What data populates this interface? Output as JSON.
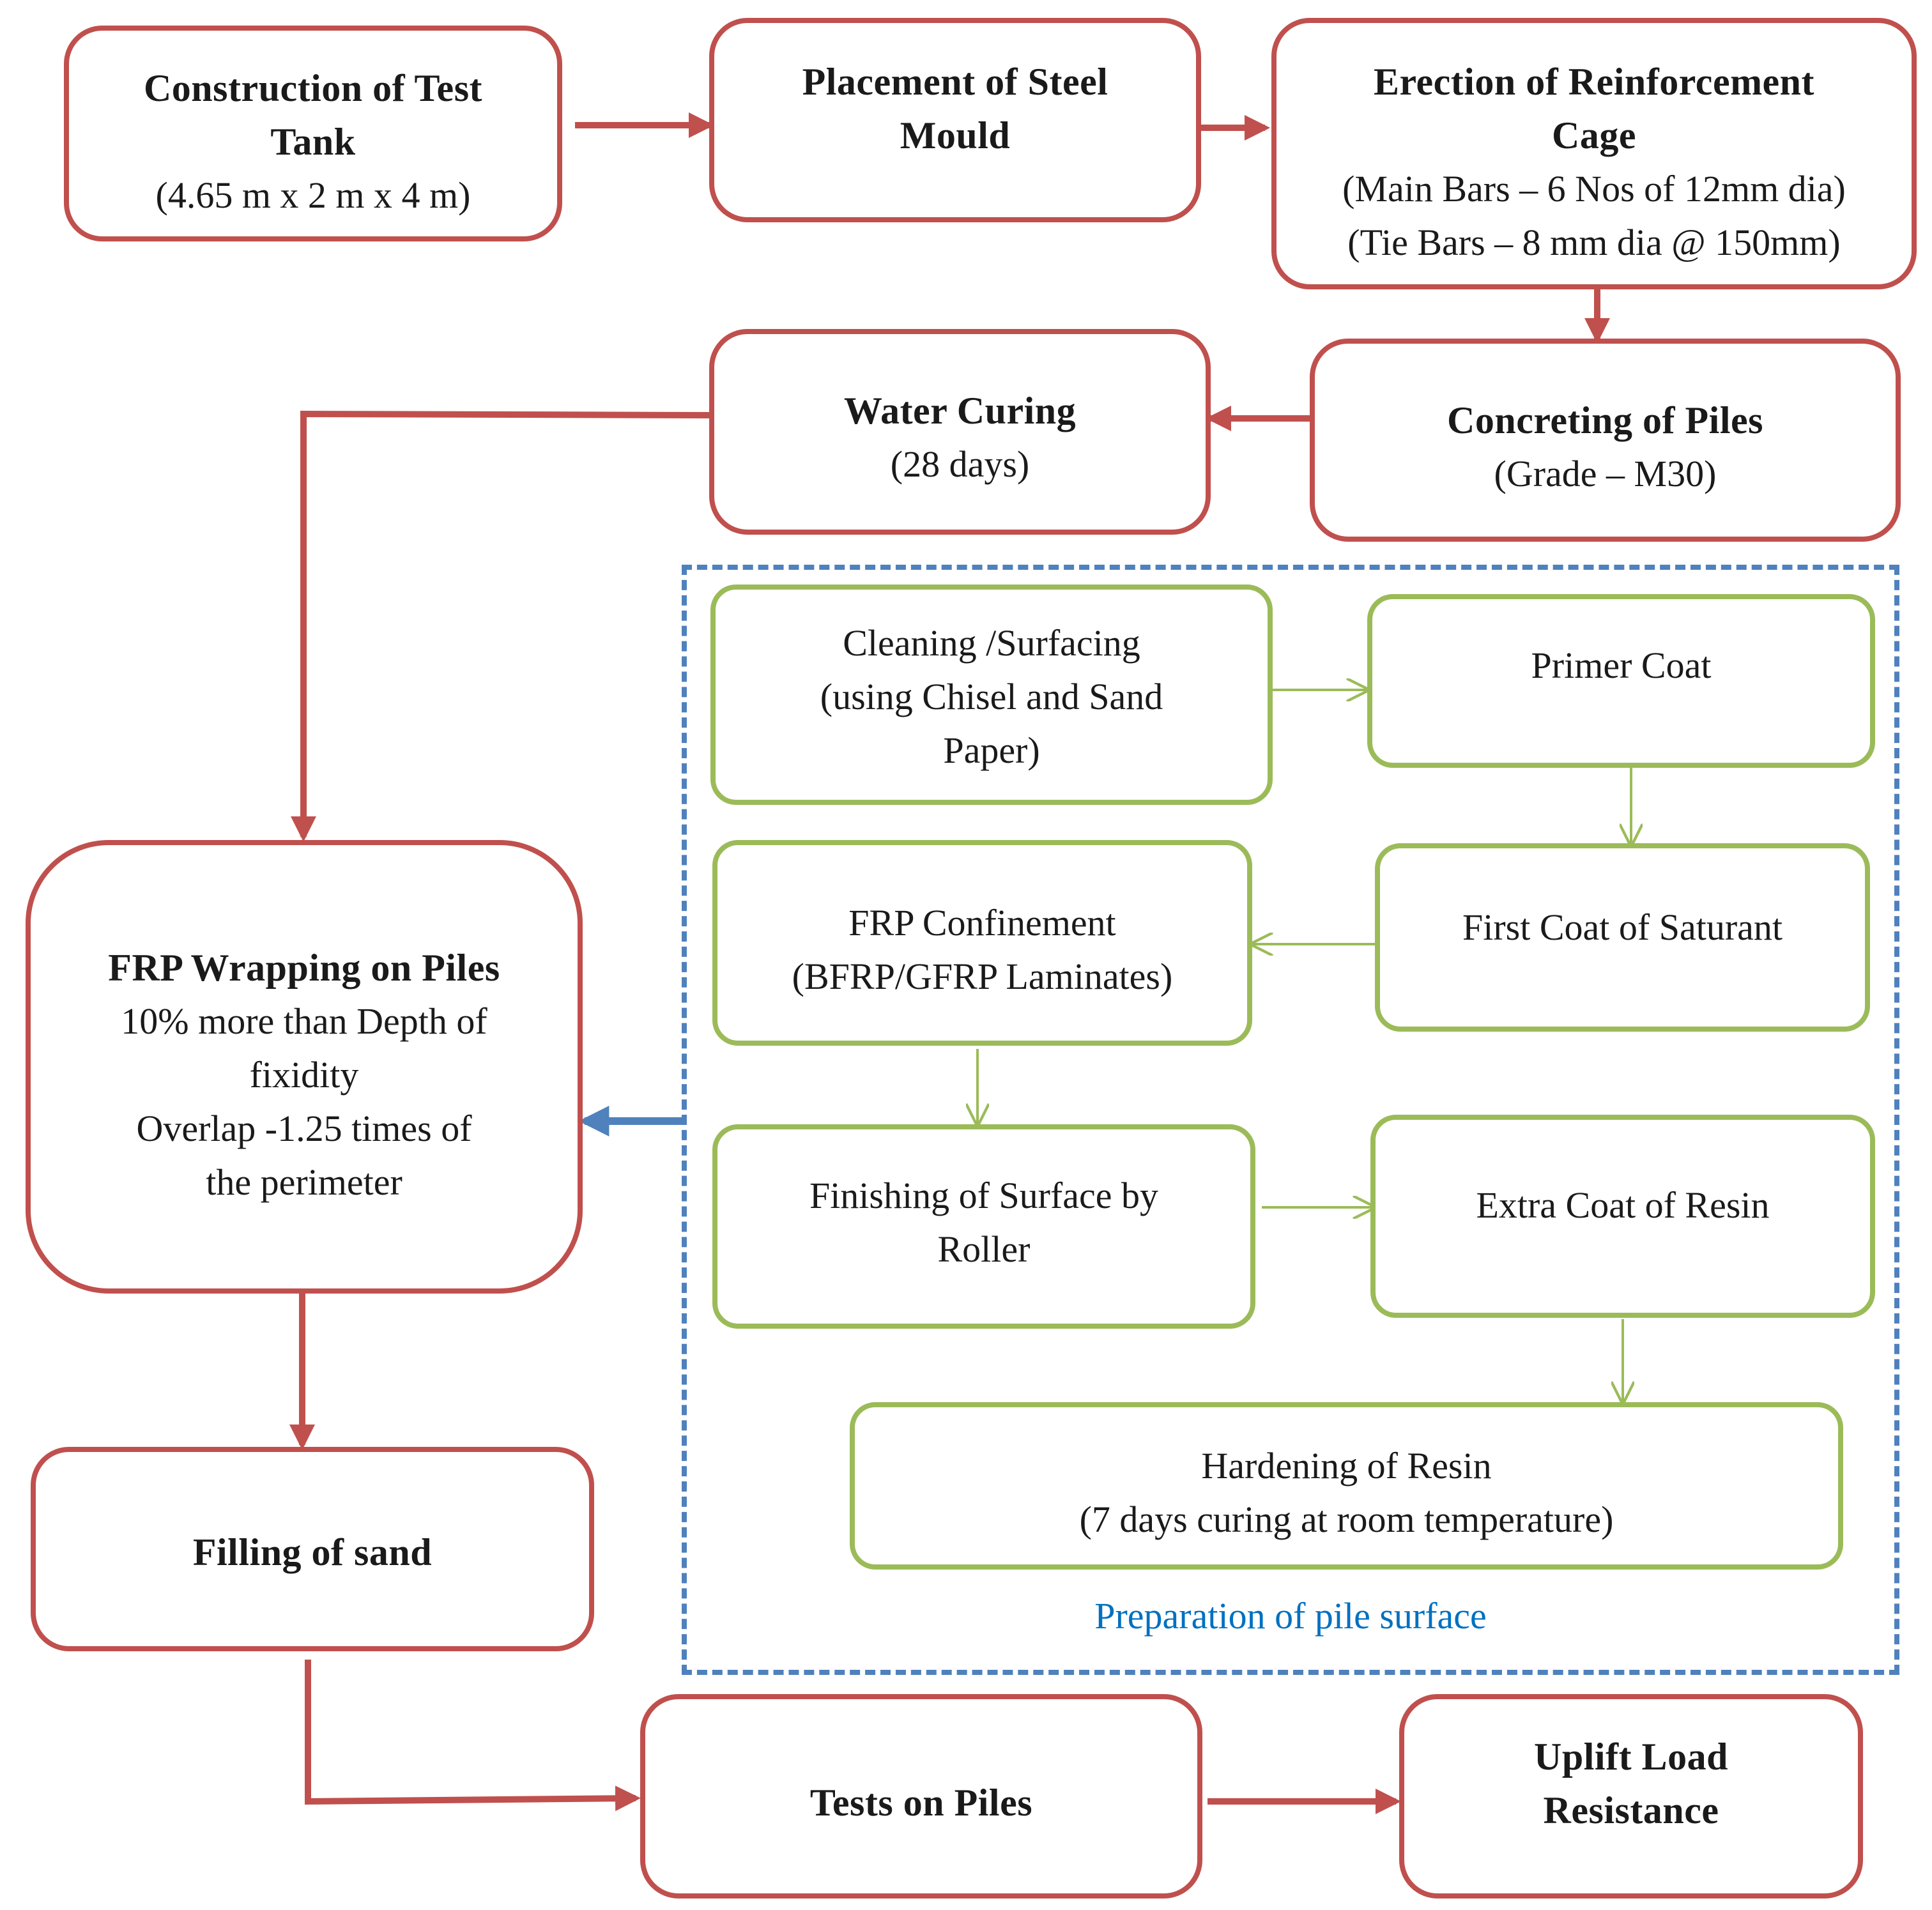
{
  "colors": {
    "process_border": "#c0504d",
    "prep_border": "#9bbb59",
    "group_border": "#4f81bd",
    "group_label": "#0070c0"
  },
  "nodes": {
    "tank": {
      "title_1": "Construction of Test",
      "title_2": "Tank",
      "detail": "(4.65 m x 2 m x 4 m)"
    },
    "mould": {
      "title_1": "Placement of Steel",
      "title_2": "Mould"
    },
    "cage": {
      "title_1": "Erection of Reinforcement",
      "title_2": "Cage",
      "detail_1": "(Main Bars – 6 Nos of 12mm dia)",
      "detail_2": "(Tie Bars – 8 mm dia @ 150mm)"
    },
    "concreting": {
      "title": "Concreting of Piles",
      "detail": "(Grade – M30)"
    },
    "curing": {
      "title": "Water Curing",
      "detail": "(28 days)"
    },
    "wrapping": {
      "title": "FRP Wrapping on Piles",
      "line_1": "10% more than Depth of",
      "line_2": "fixidity",
      "line_3": "Overlap -1.25 times of",
      "line_4": "the perimeter"
    },
    "sand": {
      "title": "Filling of sand"
    },
    "tests": {
      "title": "Tests on Piles"
    },
    "uplift": {
      "title_1": "Uplift Load",
      "title_2": "Resistance"
    }
  },
  "preparation": {
    "label": "Preparation of pile surface",
    "cleaning": {
      "line_1": "Cleaning /Surfacing",
      "line_2": "(using Chisel and Sand",
      "line_3": "Paper)"
    },
    "primer": {
      "line_1": "Primer Coat"
    },
    "saturant": {
      "line_1": "First Coat of Saturant"
    },
    "confinement": {
      "line_1": "FRP Confinement",
      "line_2": "(BFRP/GFRP Laminates)"
    },
    "finishing": {
      "line_1": "Finishing of Surface by",
      "line_2": "Roller"
    },
    "resin": {
      "line_1": "Extra Coat of Resin"
    },
    "hardening": {
      "line_1": "Hardening of Resin",
      "line_2": "(7 days curing at room temperature)"
    }
  }
}
